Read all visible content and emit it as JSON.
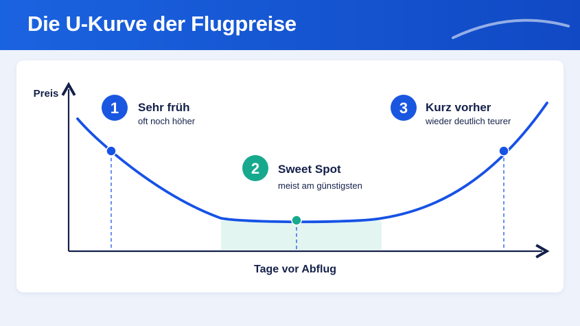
{
  "header": {
    "title": "Die U-Kurve der Flugpreise"
  },
  "diagram": {
    "y_axis_label": "Preis",
    "x_axis_label": "Tage vor Abflug",
    "phases": [
      {
        "number": "1",
        "title": "Sehr früh",
        "subtitle": "oft noch höher",
        "color": "#1a57e0"
      },
      {
        "number": "2",
        "title": "Sweet Spot",
        "subtitle": "meist am günstigsten",
        "color": "#17a98e"
      },
      {
        "number": "3",
        "title": "Kurz vorher",
        "subtitle": "wieder deutlich teurer",
        "color": "#1a57e0"
      }
    ],
    "colors": {
      "curve": "#1652e6",
      "axis": "#14204a",
      "sweet_spot_band": "#e2f5f0",
      "header": "#1a63e0"
    }
  }
}
